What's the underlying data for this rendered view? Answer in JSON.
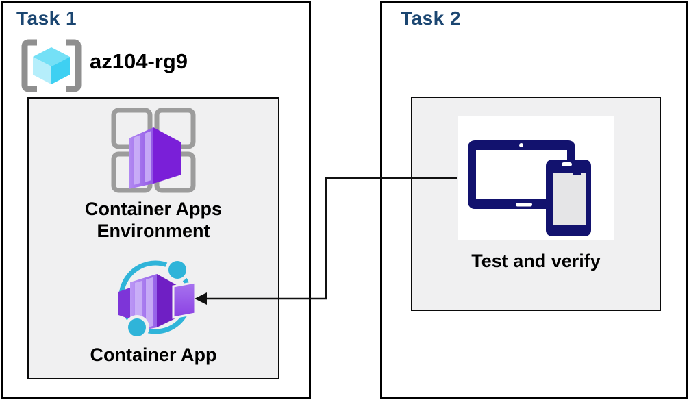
{
  "task1": {
    "title": "Task 1",
    "resource_group_name": "az104-rg9",
    "environment_label": "Container Apps Environment",
    "container_app_label": "Container App"
  },
  "task2": {
    "title": "Task 2",
    "device_label": "Test and verify"
  },
  "icons": {
    "resource_group": "resource-group-brackets-cube-icon",
    "environment": "container-apps-environment-icon",
    "container_app": "container-app-icon",
    "devices": "tablet-and-phone-icon",
    "connector": "elbow-arrow-connector"
  },
  "colors": {
    "title_blue": "#1b4671",
    "label_black": "#000000",
    "box_border": "#000000",
    "panel_gray": "#f0f0f1",
    "device_navy": "#12126e",
    "accent_cyan": "#2fb4d9",
    "purple_front_light": "#b28af2",
    "purple_front_deep": "#9258e6",
    "purple_dark_face": "#7a1fd8",
    "purple_stripe": "#cdb4f8",
    "bracket_gray": "#8f8f8f",
    "grid_gray": "#9c9c9c",
    "cube_top_cyan": "#74e0f6",
    "cube_left_cyan": "#b5eefb",
    "cube_right_cyan": "#3ed0f2",
    "phone_screen_gray": "#e5e5e7",
    "connector_black": "#111111"
  }
}
